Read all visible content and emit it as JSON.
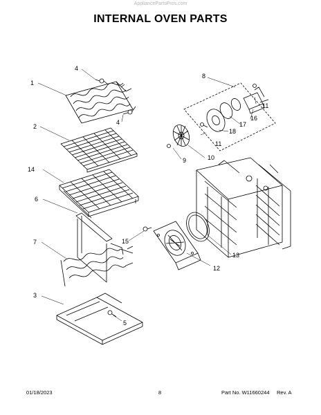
{
  "watermark": "AppliancePartsPros.com",
  "title": "INTERNAL OVEN PARTS",
  "callouts": {
    "c1": "1",
    "c2": "2",
    "c3": "3",
    "c4a": "4",
    "c4b": "4",
    "c5": "5",
    "c6": "6",
    "c7": "7",
    "c8": "8",
    "c9": "9",
    "c10": "10",
    "c11a": "11",
    "c11b": "11",
    "c12": "12",
    "c13": "13",
    "c14": "14",
    "c15": "15",
    "c16": "16",
    "c17": "17",
    "c18": "18"
  },
  "footer": {
    "date": "01/18/2023",
    "page": "8",
    "part_number": "Part No. W11660244",
    "revision": "Rev. A"
  }
}
